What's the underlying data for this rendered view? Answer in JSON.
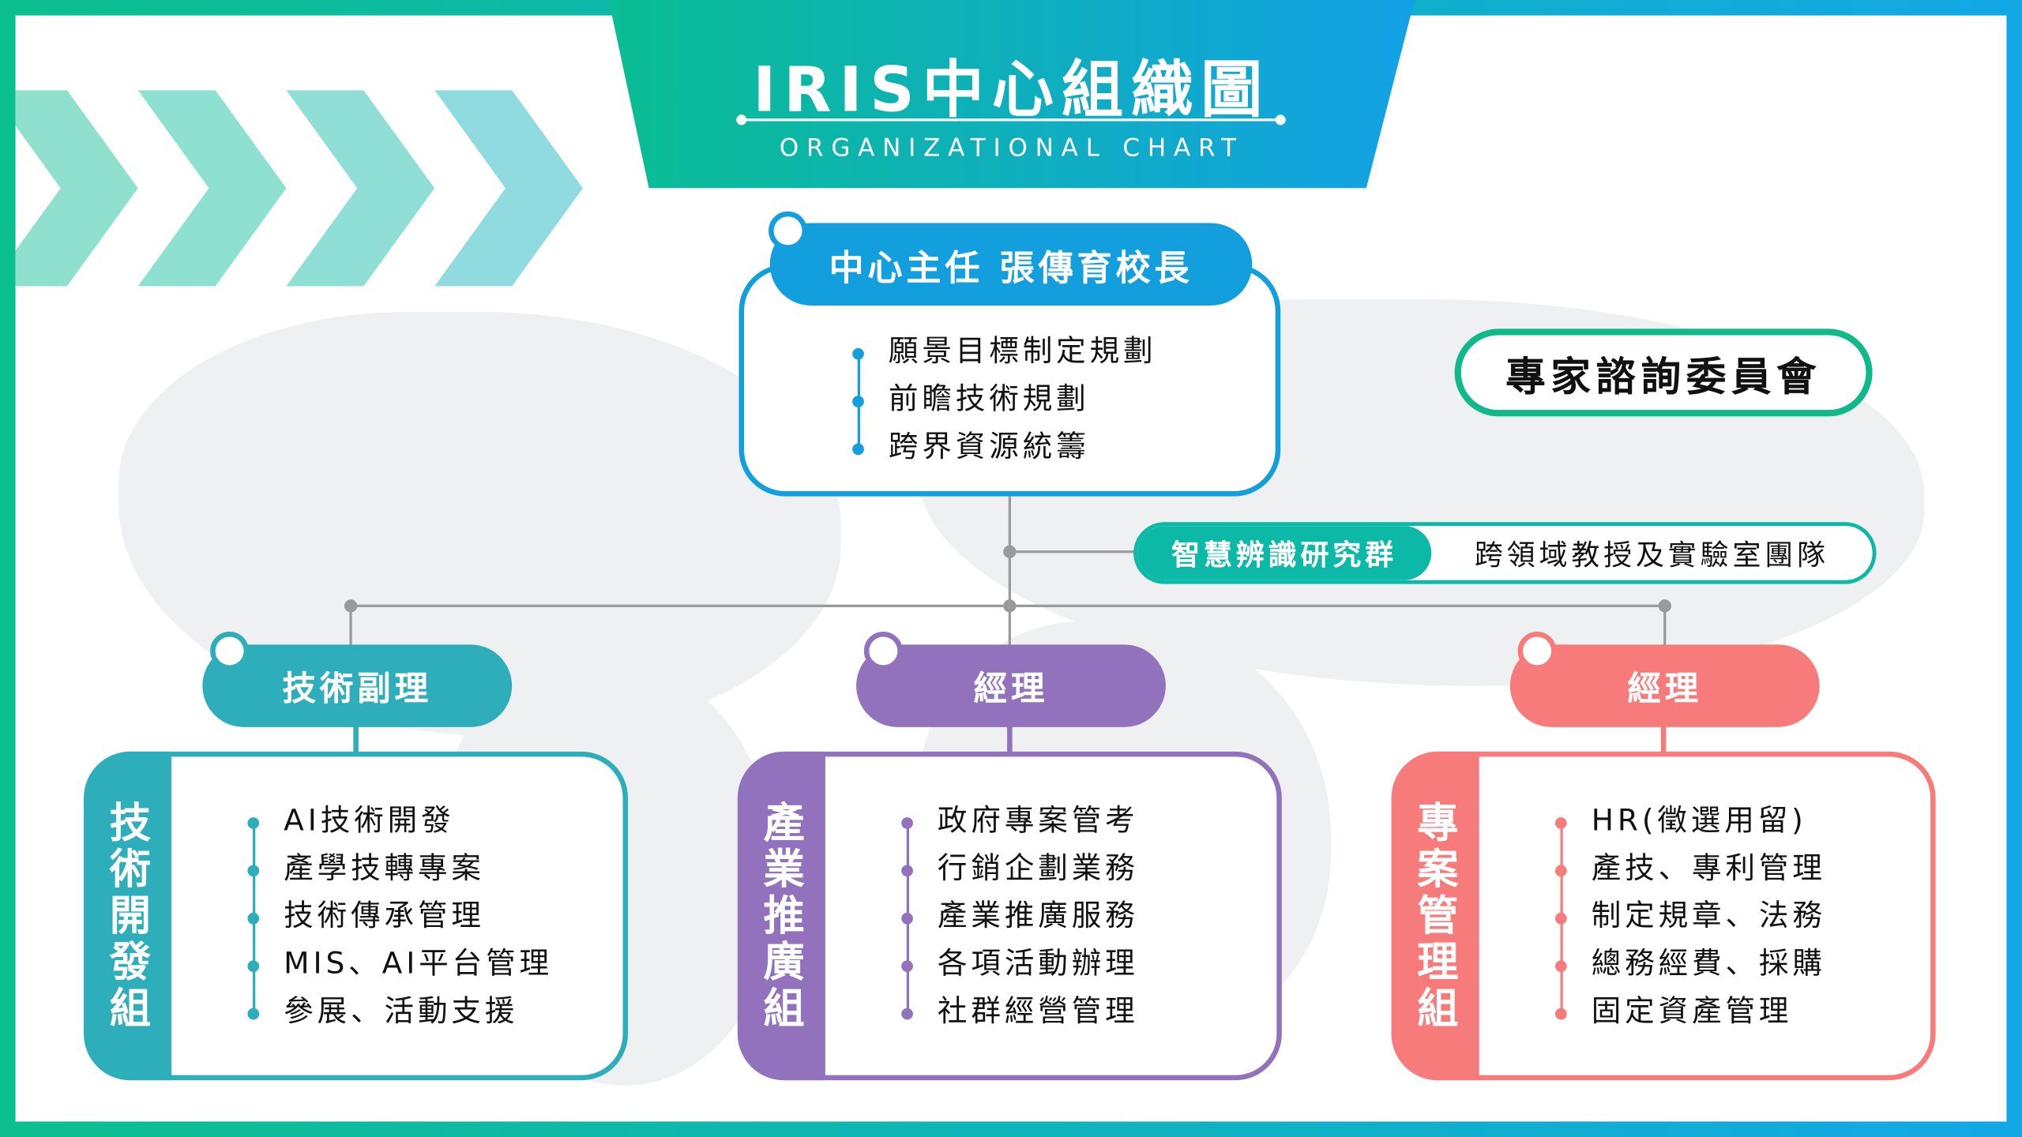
{
  "header": {
    "title": "IRIS中心組織圖",
    "subtitle": "ORGANIZATIONAL CHART"
  },
  "director": {
    "title": "中心主任 張傳育校長",
    "duties": [
      "願景目標制定規劃",
      "前瞻技術規劃",
      "跨界資源統籌"
    ],
    "color": "#139fde"
  },
  "advisory": {
    "label": "專家諮詢委員會",
    "color": "#10b98a"
  },
  "research": {
    "group": "智慧辨識研究群",
    "team": "跨領域教授及實驗室團隊",
    "color": "#0cb8a6"
  },
  "groups": [
    {
      "head": "技術副理",
      "name": "技術開發組",
      "color": "#2eaebb",
      "items": [
        "AI技術開發",
        "產學技轉專案",
        "技術傳承管理",
        "MIS、AI平台管理",
        "參展、活動支援"
      ]
    },
    {
      "head": "經理",
      "name": "產業推廣組",
      "color": "#9272bc",
      "items": [
        "政府專案管考",
        "行銷企劃業務",
        "產業推廣服務",
        "各項活動辦理",
        "社群經營管理"
      ]
    },
    {
      "head": "經理",
      "name": "專案管理組",
      "color": "#f87b7b",
      "items": [
        "HR(徵選用留)",
        "產技、專利管理",
        "制定規章、法務",
        "總務經費、採購",
        "固定資產管理"
      ]
    }
  ]
}
